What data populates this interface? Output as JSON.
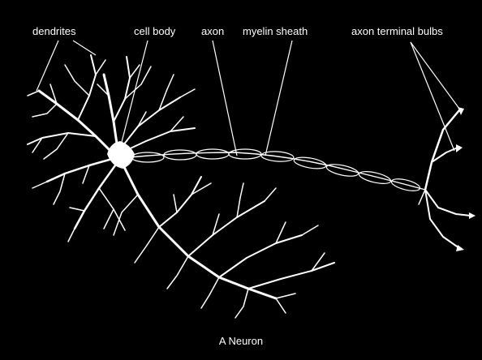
{
  "labels": {
    "dendrites": "dendrites",
    "cell_body": "cell body",
    "axon": "axon",
    "myelin_sheath": "myelin sheath",
    "axon_terminal_bulbs": "axon terminal bulbs"
  },
  "caption": "A Neuron",
  "colors": {
    "background": "#000000",
    "drawing": "#ffffff"
  }
}
